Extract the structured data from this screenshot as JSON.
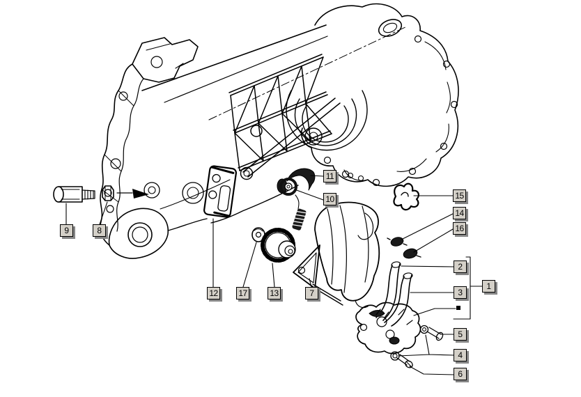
{
  "style": {
    "page_bg": "#ffffff",
    "ink": "#000000",
    "callout_fill": "#d4d0c8",
    "callout_border": "#000000",
    "callout_shadow": "#868686",
    "callout_text": "#000000"
  },
  "callouts": {
    "c1": {
      "label": "1"
    },
    "c2": {
      "label": "2"
    },
    "c3": {
      "label": "3"
    },
    "c4": {
      "label": "4"
    },
    "c5": {
      "label": "5"
    },
    "c6": {
      "label": "6"
    },
    "c7": {
      "label": "7"
    },
    "c8": {
      "label": "8"
    },
    "c9": {
      "label": "9"
    },
    "c10": {
      "label": "10"
    },
    "c11": {
      "label": "11"
    },
    "c12": {
      "label": "12"
    },
    "c13": {
      "label": "13"
    },
    "c14": {
      "label": "14"
    },
    "c15": {
      "label": "15"
    },
    "c16": {
      "label": "16"
    },
    "c17": {
      "label": "17"
    }
  }
}
